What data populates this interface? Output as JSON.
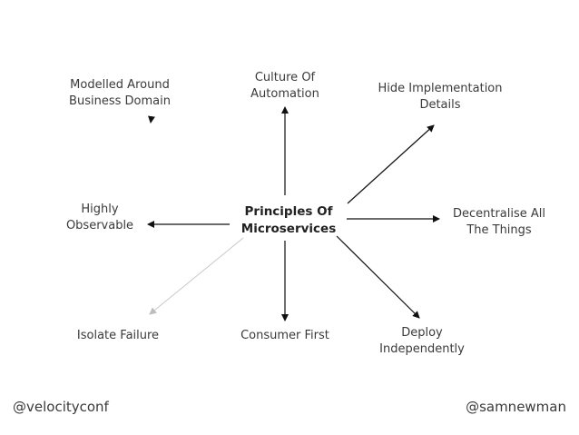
{
  "diagram": {
    "center": {
      "line1": "Principles Of",
      "line2": "Microservices"
    },
    "nodes": {
      "modelled": {
        "line1": "Modelled Around",
        "line2": "Business Domain"
      },
      "culture": {
        "line1": "Culture Of",
        "line2": "Automation"
      },
      "hide": {
        "line1": "Hide Implementation",
        "line2": "Details"
      },
      "observable": {
        "line1": "Highly",
        "line2": "Observable"
      },
      "decentralise": {
        "line1": "Decentralise All",
        "line2": "The Things"
      },
      "isolate": {
        "line1": "Isolate Failure"
      },
      "consumer": {
        "line1": "Consumer First"
      },
      "deploy": {
        "line1": "Deploy",
        "line2": "Independently"
      }
    }
  },
  "footer": {
    "left": "@velocityconf",
    "right": "@samnewman"
  },
  "colors": {
    "arrow": "#111111",
    "faint_arrow": "#c8c8c8",
    "text": "#3a3a3a"
  }
}
